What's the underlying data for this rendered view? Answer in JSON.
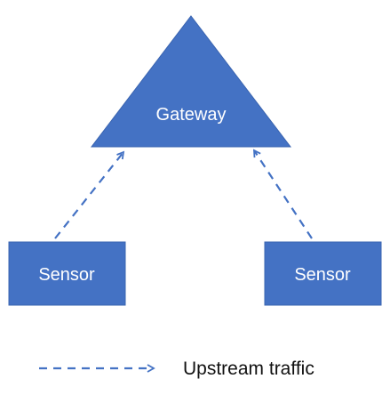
{
  "diagram": {
    "nodes": {
      "gateway": {
        "label": "Gateway",
        "shape": "triangle"
      },
      "sensor_left": {
        "label": "Sensor",
        "shape": "rectangle"
      },
      "sensor_right": {
        "label": "Sensor",
        "shape": "rectangle"
      }
    },
    "edges": [
      {
        "from": "sensor_left",
        "to": "gateway",
        "style": "dashed-arrow"
      },
      {
        "from": "sensor_right",
        "to": "gateway",
        "style": "dashed-arrow"
      }
    ],
    "legend": {
      "label": "Upstream traffic",
      "style": "dashed-arrow"
    },
    "colors": {
      "node_fill": "#4472C4",
      "node_stroke": "#3A64B0",
      "node_text": "#FFFFFF",
      "arrow": "#4472C4",
      "legend_text": "#111111"
    }
  }
}
